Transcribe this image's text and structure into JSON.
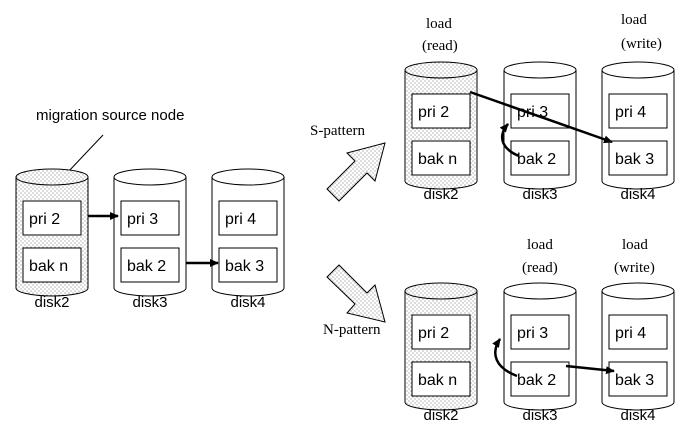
{
  "source_label": "migration source node",
  "patterns": {
    "s": "S-pattern",
    "n": "N-pattern"
  },
  "load_labels": {
    "s_read": [
      "load",
      "(read)"
    ],
    "s_write": [
      "load",
      "(write)"
    ],
    "n_read": [
      "load",
      "(read)"
    ],
    "n_write": [
      "load",
      "(write)"
    ]
  },
  "initial": {
    "disks": [
      {
        "name": "disk2",
        "shaded": true,
        "slots": [
          "pri 2",
          "bak n"
        ]
      },
      {
        "name": "disk3",
        "shaded": false,
        "slots": [
          "pri 3",
          "bak 2"
        ]
      },
      {
        "name": "disk4",
        "shaded": false,
        "slots": [
          "pri 4",
          "bak 3"
        ]
      }
    ]
  },
  "s_pattern": {
    "disks": [
      {
        "name": "disk2",
        "shaded": true,
        "slots": [
          "pri 2",
          "bak n"
        ]
      },
      {
        "name": "disk3",
        "shaded": false,
        "slots": [
          "pri 3",
          "bak 2"
        ]
      },
      {
        "name": "disk4",
        "shaded": false,
        "slots": [
          "pri 4",
          "bak 3"
        ]
      }
    ]
  },
  "n_pattern": {
    "disks": [
      {
        "name": "disk2",
        "shaded": true,
        "slots": [
          "pri 2",
          "bak n"
        ]
      },
      {
        "name": "disk3",
        "shaded": false,
        "slots": [
          "pri 3",
          "bak 2"
        ]
      },
      {
        "name": "disk4",
        "shaded": false,
        "slots": [
          "pri 4",
          "bak 3"
        ]
      }
    ]
  }
}
